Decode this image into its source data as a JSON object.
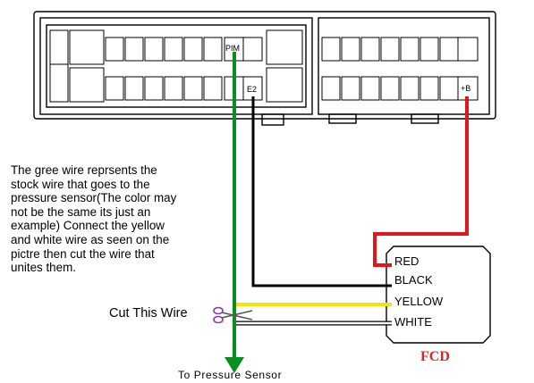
{
  "connector": {
    "pin_pim": "PIM",
    "pin_e2": "E2",
    "pin_plus_b": "+B"
  },
  "fcd": {
    "label": "FCD",
    "wires": [
      "RED",
      "BLACK",
      "YELLOW",
      "WHITE"
    ]
  },
  "note_lines": [
    "The gree wire reprsents the",
    "stock wire that goes to the",
    "pressure sensor(The color may",
    "not be the same its just an",
    "example) Connect the yellow",
    "and white wire as seen on the",
    "pictre then cut the wire that",
    "unites them."
  ],
  "cut_label": "Cut This Wire",
  "bottom_label": "To Pressure Sensor",
  "colors": {
    "green_wire": "#0a8f1e",
    "black_wire": "#000000",
    "red_wire": "#e0161b",
    "yellow_wire": "#f2e600",
    "white_wire": "#ffffff",
    "fcd_text": "#d62828"
  },
  "icons": {
    "scissors": "scissors-icon"
  }
}
